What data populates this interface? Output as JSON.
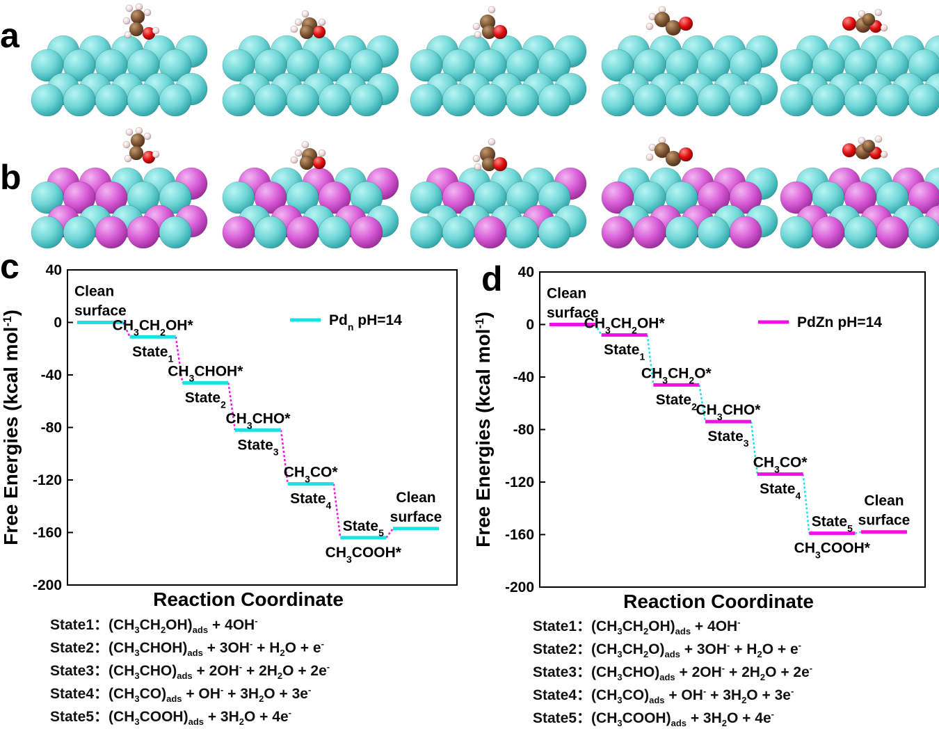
{
  "panels": [
    {
      "letter": "a"
    },
    {
      "letter": "b"
    },
    {
      "letter": "c"
    },
    {
      "letter": "d"
    }
  ],
  "colors": {
    "pd": "#6fd6d6",
    "zn": "#d75ad6",
    "carbon": "#7a5230",
    "oxygen": "#e01010",
    "hydrogen": "#f0d8d8",
    "pd_line": "#17e3e3",
    "pdzn_line": "#ee12e6"
  },
  "structures": {
    "row_a_metal": [
      "Pd"
    ],
    "row_b_metal": [
      "Pd",
      "Zn"
    ]
  },
  "chart_data": [
    {
      "type": "line",
      "panel": "c",
      "ylabel_parts": [
        "Free Energies (kcal mol",
        "-1",
        ")"
      ],
      "xlabel": "Reaction Coordinate",
      "ylim": [
        -200,
        40
      ],
      "yticks": [
        40,
        0,
        -40,
        -80,
        -120,
        -160,
        -200
      ],
      "legend": {
        "name_main": "Pd",
        "name_sub": "n",
        "name_rest": " pH=14",
        "position": "top-right"
      },
      "levels": [
        {
          "x": 1,
          "y": 0,
          "top": [
            "Clean",
            "surface"
          ],
          "bottom": ""
        },
        {
          "x": 2,
          "y": -11,
          "top": [
            "CH3CH2OH*"
          ],
          "bottom": "State1"
        },
        {
          "x": 3,
          "y": -46,
          "top": [
            "CH3CHOH*"
          ],
          "bottom": "State2"
        },
        {
          "x": 4,
          "y": -82,
          "top": [
            "CH3CHO*"
          ],
          "bottom": "State3"
        },
        {
          "x": 5,
          "y": -123,
          "top": [
            "CH3CO*"
          ],
          "bottom": "State4"
        },
        {
          "x": 6,
          "y": -164,
          "top": [
            "State5"
          ],
          "bottom": "CH3COOH*"
        },
        {
          "x": 7,
          "y": -157,
          "top": [
            "Clean",
            "surface"
          ],
          "bottom": ""
        }
      ]
    },
    {
      "type": "line",
      "panel": "d",
      "ylabel_parts": [
        "Free Energies (kcal mol",
        "-1",
        ")"
      ],
      "xlabel": "Reaction Coordinate",
      "ylim": [
        -200,
        40
      ],
      "yticks": [
        40,
        0,
        -40,
        -80,
        -120,
        -160,
        -200
      ],
      "legend": {
        "name_main": "PdZn",
        "name_sub": "",
        "name_rest": " pH=14",
        "position": "top-right"
      },
      "levels": [
        {
          "x": 1,
          "y": 0,
          "top": [
            "Clean",
            "surface"
          ],
          "bottom": ""
        },
        {
          "x": 2,
          "y": -8,
          "top": [
            "CH3CH2OH*"
          ],
          "bottom": "State1"
        },
        {
          "x": 3,
          "y": -46,
          "top": [
            "CH3CH2O*"
          ],
          "bottom": "State2"
        },
        {
          "x": 4,
          "y": -74,
          "top": [
            "CH3CHO*"
          ],
          "bottom": "State3"
        },
        {
          "x": 5,
          "y": -114,
          "top": [
            "CH3CO*"
          ],
          "bottom": "State4"
        },
        {
          "x": 6,
          "y": -159,
          "top": [
            "State5"
          ],
          "bottom": "CH3COOH*"
        },
        {
          "x": 7,
          "y": -158,
          "top": [
            "Clean",
            "surface"
          ],
          "bottom": ""
        }
      ]
    }
  ],
  "equations_c": [
    {
      "state": "State1：",
      "formula": "(CH3CH2OH)ads + 4OH-"
    },
    {
      "state": "State2：",
      "formula": "(CH3CHOH)ads + 3OH- + H2O + e-"
    },
    {
      "state": "State3：",
      "formula": "(CH3CHO)ads + 2OH- + 2H2O + 2e-"
    },
    {
      "state": "State4：",
      "formula": "(CH3CO)ads + OH- + 3H2O + 3e-"
    },
    {
      "state": "State5：",
      "formula": "(CH3COOH)ads + 3H2O + 4e-"
    }
  ],
  "equations_d": [
    {
      "state": "State1：",
      "formula": "(CH3CH2OH)ads + 4OH-"
    },
    {
      "state": "State2：",
      "formula": "(CH3CH2O)ads + 3OH- + H2O + e-"
    },
    {
      "state": "State3：",
      "formula": "(CH3CHO)ads + 2OH- + 2H2O + 2e-"
    },
    {
      "state": "State4：",
      "formula": "(CH3CO)ads + OH- + 3H2O + 3e-"
    },
    {
      "state": "State5：",
      "formula": "(CH3COOH)ads + 3H2O + 4e-"
    }
  ]
}
